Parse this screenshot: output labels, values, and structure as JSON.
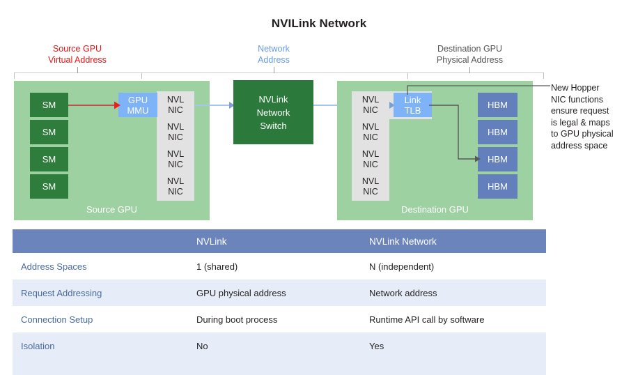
{
  "title": "NVILink Network",
  "zones": [
    {
      "name": "source",
      "lines": [
        "Source GPU",
        "Virtual Address"
      ],
      "color": "#ee1111"
    },
    {
      "name": "network",
      "lines": [
        "Network",
        "Address"
      ],
      "color": "#6699ee"
    },
    {
      "name": "destination",
      "lines": [
        "Destination GPU",
        "Physical Address"
      ],
      "color": "#555555"
    }
  ],
  "diagram": {
    "source_gpu": {
      "label": "Source GPU",
      "sm_blocks": [
        "SM",
        "SM",
        "SM",
        "SM"
      ],
      "nic_blocks": [
        {
          "line1": "NVL",
          "line2": "NIC"
        },
        {
          "line1": "NVL",
          "line2": "NIC"
        },
        {
          "line1": "NVL",
          "line2": "NIC"
        },
        {
          "line1": "NVL",
          "line2": "NIC"
        }
      ],
      "mmu": {
        "line1": "GPU",
        "line2": "MMU"
      }
    },
    "switch": {
      "line1": "NVLink",
      "line2": "Network",
      "line3": "Switch"
    },
    "dest_gpu": {
      "label": "Destination GPU",
      "nic_blocks": [
        {
          "line1": "NVL",
          "line2": "NIC"
        },
        {
          "line1": "NVL",
          "line2": "NIC"
        },
        {
          "line1": "NVL",
          "line2": "NIC"
        },
        {
          "line1": "NVL",
          "line2": "NIC"
        }
      ],
      "tlb": {
        "line1": "Link",
        "line2": "TLB"
      },
      "hbm_blocks": [
        "HBM",
        "HBM",
        "HBM",
        "HBM"
      ]
    },
    "annotation": [
      "New Hopper",
      "NIC functions",
      "ensure request",
      "is legal & maps",
      "to GPU physical",
      "address space"
    ]
  },
  "table": {
    "headers": [
      "",
      "NVLink",
      "NVLink Network"
    ],
    "rows": [
      {
        "label": "Address Spaces",
        "nvlink": "1 (shared)",
        "nvlink_network": "N (independent)"
      },
      {
        "label": "Request Addressing",
        "nvlink": "GPU physical address",
        "nvlink_network": "Network address"
      },
      {
        "label": "Connection Setup",
        "nvlink": "During boot process",
        "nvlink_network": "Runtime API call by software"
      },
      {
        "label": "Isolation",
        "nvlink": "No",
        "nvlink_network": "Yes"
      }
    ]
  },
  "colors": {
    "panel_green": "#9ed1a1",
    "dark_green": "#2f7d3c",
    "nic_gray": "#e2e2e2",
    "hbm_blue": "#6380bd",
    "chip_blue": "#7fb3f7",
    "table_header": "#6b84bc",
    "table_alt_row": "#e6edf8",
    "red_arrow": "#c0504d",
    "blue_arrow": "#a8c6ea",
    "connector_gray": "#595959"
  }
}
